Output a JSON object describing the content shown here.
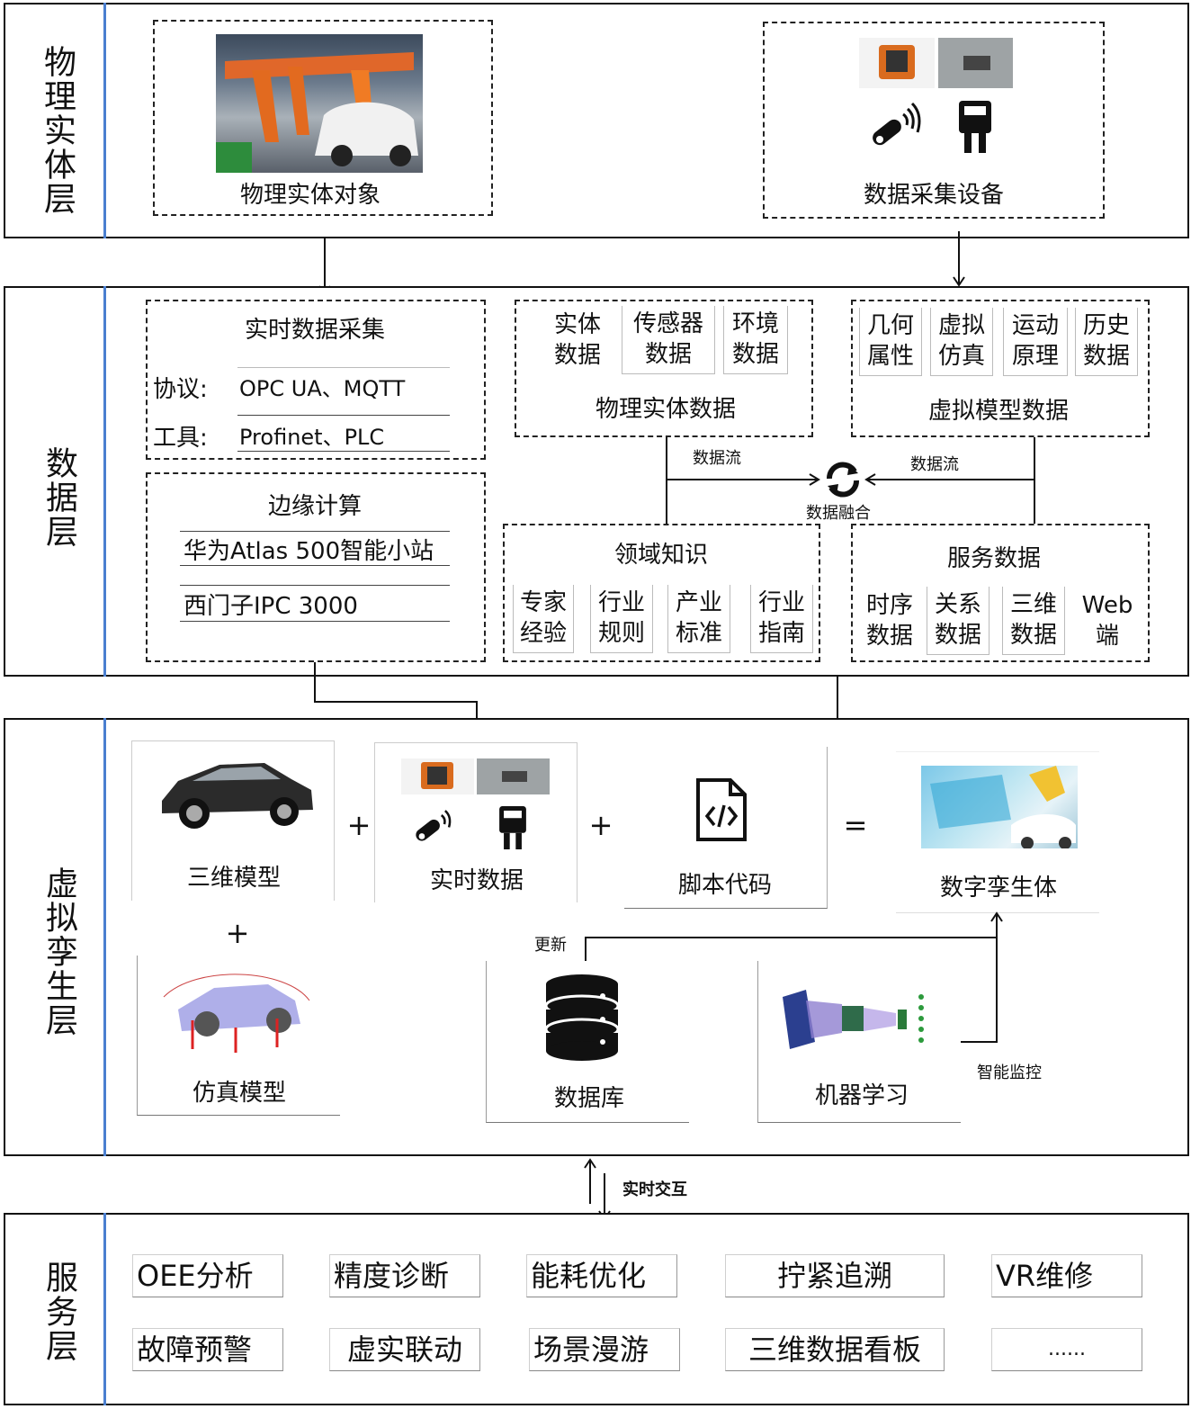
{
  "layers": {
    "physical": "物理实体层",
    "data": "数据层",
    "virtual": "虚拟孪生层",
    "service": "服务层"
  },
  "physical": {
    "entity_label": "物理实体对象",
    "device_label": "数据采集设备"
  },
  "data_layer": {
    "realtime": {
      "title": "实时数据采集",
      "protocol_label": "协议:",
      "protocol_value": "OPC UA、MQTT",
      "tool_label": "工具:",
      "tool_value": "Profinet、PLC"
    },
    "edge": {
      "title": "边缘计算",
      "item1": "华为Atlas 500智能小站",
      "item2": "西门子IPC 3000"
    },
    "physical_data": {
      "title": "物理实体数据",
      "cells": [
        "实体\n数据",
        "传感器\n数据",
        "环境\n数据"
      ]
    },
    "virtual_model_data": {
      "title": "虚拟模型数据",
      "cells": [
        "几何\n属性",
        "虚拟\n仿真",
        "运动\n原理",
        "历史\n数据"
      ]
    },
    "flow_left": "数据流",
    "flow_right": "数据流",
    "fusion": "数据融合",
    "domain": {
      "title": "领域知识",
      "cells": [
        "专家\n经验",
        "行业\n规则",
        "产业\n标准",
        "行业\n指南"
      ]
    },
    "service_data": {
      "title": "服务数据",
      "cells": [
        "时序\n数据",
        "关系\n数据",
        "三维\n数据",
        "Web\n端"
      ]
    }
  },
  "virtual_layer": {
    "model3d": "三维模型",
    "realtime_data": "实时数据",
    "script": "脚本代码",
    "twin": "数字孪生体",
    "sim_model": "仿真模型",
    "database": "数据库",
    "ml": "机器学习",
    "update": "更新",
    "monitor": "智能监控",
    "plus": "+",
    "equals": "="
  },
  "interaction": "实时交互",
  "services": {
    "row1": [
      "OEE分析",
      "精度诊断",
      "能耗优化",
      "拧紧追溯",
      "VR维修"
    ],
    "row2": [
      "故障预警",
      "虚实联动",
      "场景漫游",
      "三维数据看板",
      "......"
    ]
  }
}
